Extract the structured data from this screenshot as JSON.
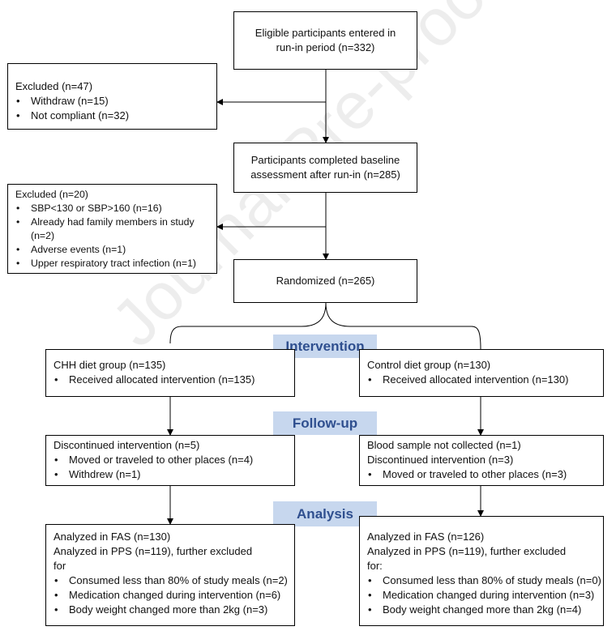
{
  "nodes": {
    "enrolled": {
      "lines": [
        "Eligible participants entered in",
        "run-in period (n=332)"
      ]
    },
    "excluded1": {
      "title": "Excluded (n=47)",
      "items": [
        "Withdraw (n=15)",
        "Not compliant (n=32)"
      ]
    },
    "baseline": {
      "lines": [
        "Participants completed baseline",
        "assessment after run-in (n=285)"
      ]
    },
    "excluded2": {
      "title": "Excluded (n=20)",
      "items": [
        "SBP<130 or SBP>160 (n=16)",
        "Already had family members in study (n=2)",
        "Adverse events (n=1)",
        "Upper respiratory tract infection (n=1)"
      ]
    },
    "randomized": {
      "lines": [
        "Randomized (n=265)"
      ]
    },
    "chh_group": {
      "title": "CHH diet group (n=135)",
      "items": [
        "Received allocated intervention (n=135)"
      ]
    },
    "control_group": {
      "title": "Control diet group (n=130)",
      "items": [
        "Received allocated intervention (n=130)"
      ]
    },
    "chh_followup": {
      "title": "Discontinued intervention (n=5)",
      "items": [
        "Moved or traveled to other places (n=4)",
        "Withdrew (n=1)"
      ]
    },
    "control_followup": {
      "lines": [
        "Blood sample not collected (n=1)",
        "Discontinued intervention (n=3)"
      ],
      "items": [
        "Moved or traveled to other places (n=3)"
      ]
    },
    "chh_analysis": {
      "lines": [
        "Analyzed in FAS (n=130)",
        "Analyzed in PPS (n=119), further excluded",
        "for"
      ],
      "items": [
        "Consumed less than 80% of study meals (n=2)",
        "Medication changed during intervention (n=6)",
        "Body weight changed more than 2kg (n=3)"
      ]
    },
    "control_analysis": {
      "lines": [
        "Analyzed in FAS (n=126)",
        "Analyzed in PPS (n=119), further excluded",
        "for:"
      ],
      "items": [
        "Consumed less than 80% of study meals (n=0)",
        "Medication changed during intervention (n=3)",
        "Body weight changed more than 2kg (n=4)"
      ]
    }
  },
  "phases": {
    "intervention": "Intervention",
    "followup": "Follow-up",
    "analysis": "Analysis"
  },
  "bullet": "•",
  "watermark": "Journal Pre-proof",
  "colors": {
    "phase_bg": "#c7d7ee",
    "phase_text": "#2f4f8f",
    "line": "#000000"
  }
}
